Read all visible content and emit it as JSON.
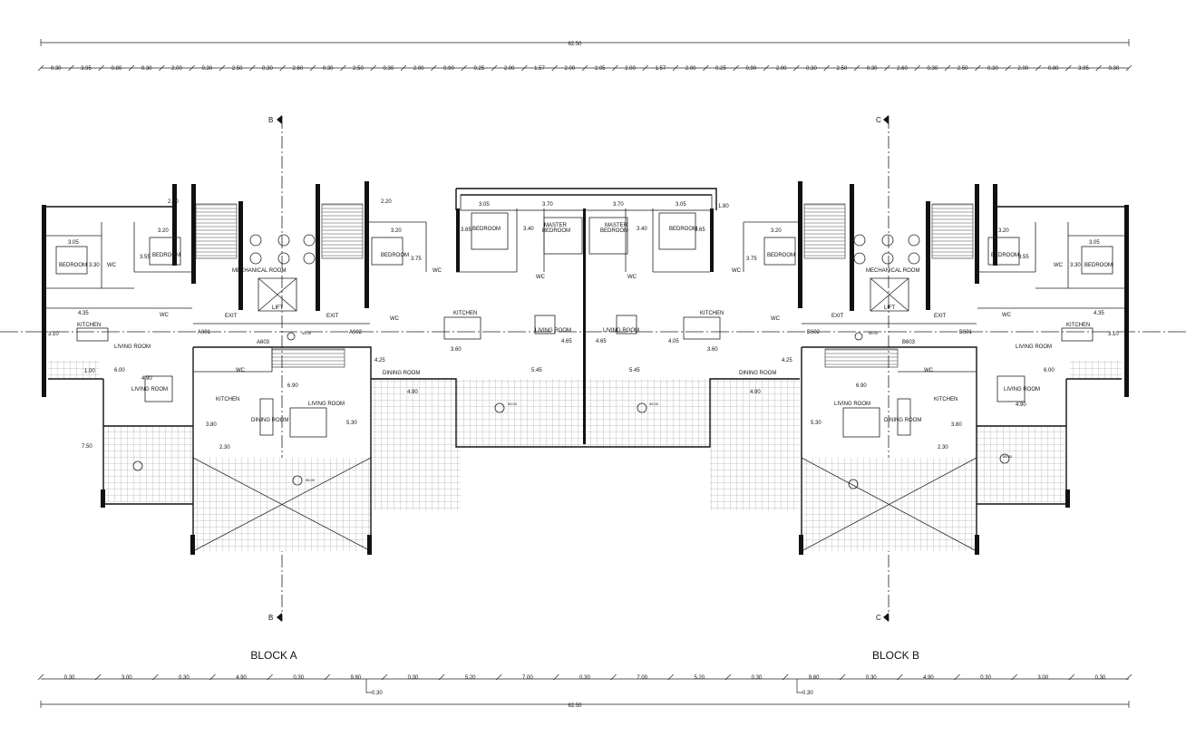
{
  "overall_dimension": "62.50",
  "top_dims": [
    "0.30",
    "3.95",
    "0.80",
    "0.30",
    "2.00",
    "0.30",
    "2.50",
    "0.30",
    "2.60",
    "0.30",
    "2.50",
    "0.30",
    "2.00",
    "0.90",
    "0.25",
    "2.00",
    "1.57",
    "2.00",
    "2.05",
    "2.00",
    "1.57",
    "2.00",
    "0.25",
    "0.90",
    "2.00",
    "0.30",
    "2.50",
    "0.30",
    "2.60",
    "0.30",
    "2.50",
    "0.30",
    "2.00",
    "0.80",
    "3.95",
    "0.30"
  ],
  "bottom_dims": [
    "0.30",
    "3.00",
    "0.30",
    "4.90",
    "0.30",
    "9.80",
    "0.30",
    "5.20",
    "7.00",
    "0.30",
    "7.00",
    "5.20",
    "0.30",
    "9.80",
    "0.30",
    "4.90",
    "0.30",
    "3.00",
    "0.30"
  ],
  "section_marks": {
    "b": "B",
    "c": "C"
  },
  "blocks": {
    "a": "BLOCK A",
    "b": "BLOCK B"
  },
  "rooms": {
    "bedroom": "BEDROOM",
    "master_bedroom_1": "MASTER",
    "master_bedroom_2": "BEDROOM",
    "wc": "WC",
    "kitchen": "KITCHEN",
    "living_room": "LIVING ROOM",
    "dining_room": "DINING ROOM",
    "mechanical_room": "MECHANICAL ROOM",
    "lift": "LIFT",
    "exit": "EXIT"
  },
  "unit_tags": [
    "A601",
    "A603",
    "A602",
    "B602",
    "B603",
    "B601"
  ],
  "interior_dims": {
    "d_2_20": "2.20",
    "d_3_05": "3.05",
    "d_3_20": "3.20",
    "d_3_30": "3.30",
    "d_3_55": "3.55",
    "d_3_75": "3.75",
    "d_3_65": "3.65",
    "d_3_70": "3.70",
    "d_3_40": "3.40",
    "d_1_80": "1.80",
    "d_4_35": "4.35",
    "d_3_10": "3.10",
    "d_6_00": "6.00",
    "d_4_90": "4.90",
    "d_6_90": "6.90",
    "d_3_80": "3.80",
    "d_5_30": "5.30",
    "d_2_30": "2.30",
    "d_7_50": "7.50",
    "d_1_00": "1.00",
    "d_4_25": "4.25",
    "d_3_60": "3.60",
    "d_4_65": "4.65",
    "d_4_05": "4.05",
    "d_5_45": "5.45",
    "d_0_30": "0.30"
  },
  "level_tags": [
    "55.05",
    "55.00",
    "55.00",
    "55.00",
    "55.00",
    "55.00"
  ]
}
